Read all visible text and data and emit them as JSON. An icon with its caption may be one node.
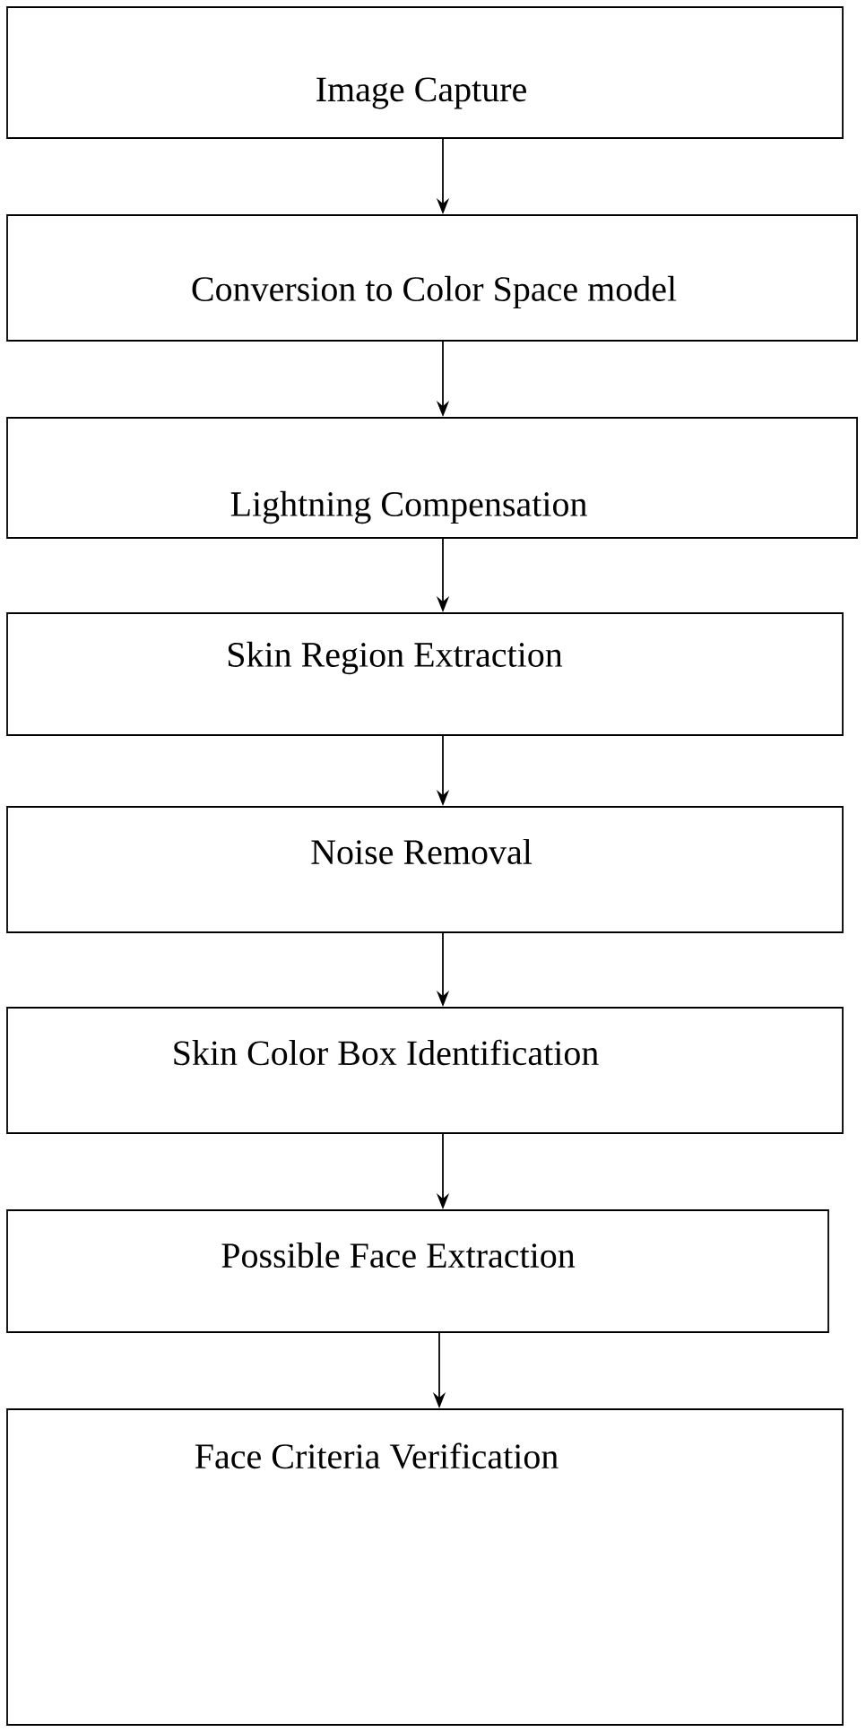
{
  "diagram": {
    "nodes": [
      {
        "text": [
          "Image Capture"
        ]
      },
      {
        "text": [
          "Conversion to Color Space model"
        ]
      },
      {
        "text": [
          "Lightning Compensation"
        ]
      },
      {
        "text": [
          "Skin Region Extraction"
        ]
      },
      {
        "text": [
          "Noise Removal"
        ]
      },
      {
        "text": [
          "Skin Color Box Identification"
        ]
      },
      {
        "text": [
          "Possible Face Extraction"
        ]
      },
      {
        "text": [
          "Face Criteria Verification"
        ]
      }
    ],
    "edges": [
      {
        "from": 0,
        "to": 1,
        "arrow": "to"
      },
      {
        "from": 1,
        "to": 2,
        "arrow": "to"
      },
      {
        "from": 2,
        "to": 3,
        "arrow": "to"
      },
      {
        "from": 3,
        "to": 4,
        "arrow": "to"
      },
      {
        "from": 4,
        "to": 5,
        "arrow": "to"
      },
      {
        "from": 5,
        "to": 6,
        "arrow": "to"
      },
      {
        "from": 6,
        "to": 7,
        "arrow": "to"
      }
    ]
  }
}
